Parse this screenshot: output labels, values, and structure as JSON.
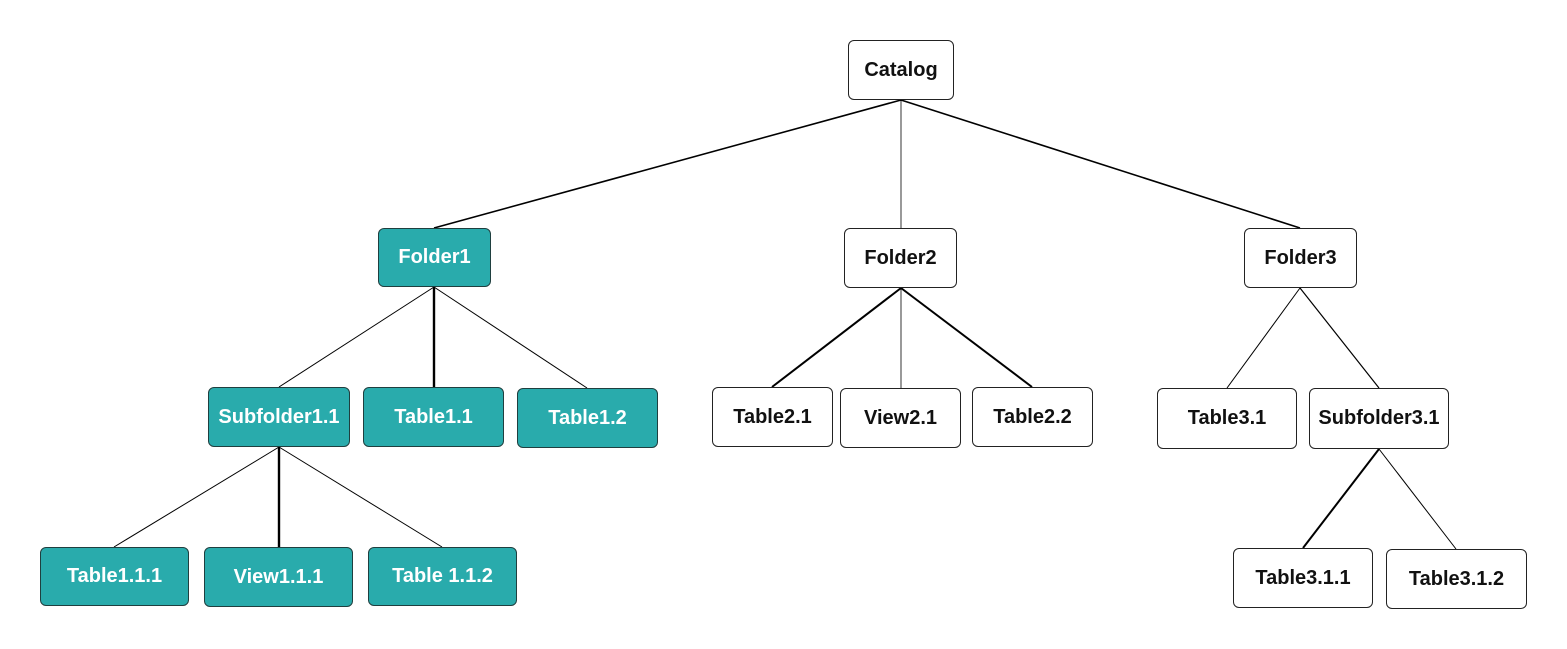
{
  "colors": {
    "highlight_fill": "#29abac",
    "default_fill": "#ffffff",
    "border": "#222222",
    "line": "#000000",
    "highlight_text": "#ffffff",
    "default_text": "#111111"
  },
  "nodes": {
    "catalog": {
      "label": "Catalog",
      "highlighted": false
    },
    "folder1": {
      "label": "Folder1",
      "highlighted": true
    },
    "folder2": {
      "label": "Folder2",
      "highlighted": false
    },
    "folder3": {
      "label": "Folder3",
      "highlighted": false
    },
    "subfolder11": {
      "label": "Subfolder1.1",
      "highlighted": true
    },
    "table11": {
      "label": "Table1.1",
      "highlighted": true
    },
    "table12": {
      "label": "Table1.2",
      "highlighted": true
    },
    "table21": {
      "label": "Table2.1",
      "highlighted": false
    },
    "view21": {
      "label": "View2.1",
      "highlighted": false
    },
    "table22": {
      "label": "Table2.2",
      "highlighted": false
    },
    "table31": {
      "label": "Table3.1",
      "highlighted": false
    },
    "subfolder31": {
      "label": "Subfolder3.1",
      "highlighted": false
    },
    "table111": {
      "label": "Table1.1.1",
      "highlighted": true
    },
    "view111": {
      "label": "View1.1.1",
      "highlighted": true
    },
    "table112": {
      "label": "Table 1.1.2",
      "highlighted": true
    },
    "table311": {
      "label": "Table3.1.1",
      "highlighted": false
    },
    "table312": {
      "label": "Table3.1.2",
      "highlighted": false
    }
  },
  "edges": [
    [
      "catalog",
      "folder1"
    ],
    [
      "catalog",
      "folder2"
    ],
    [
      "catalog",
      "folder3"
    ],
    [
      "folder1",
      "subfolder11"
    ],
    [
      "folder1",
      "table11"
    ],
    [
      "folder1",
      "table12"
    ],
    [
      "folder2",
      "table21"
    ],
    [
      "folder2",
      "view21"
    ],
    [
      "folder2",
      "table22"
    ],
    [
      "folder3",
      "table31"
    ],
    [
      "folder3",
      "subfolder31"
    ],
    [
      "subfolder11",
      "table111"
    ],
    [
      "subfolder11",
      "view111"
    ],
    [
      "subfolder11",
      "table112"
    ],
    [
      "subfolder31",
      "table311"
    ],
    [
      "subfolder31",
      "table312"
    ]
  ]
}
